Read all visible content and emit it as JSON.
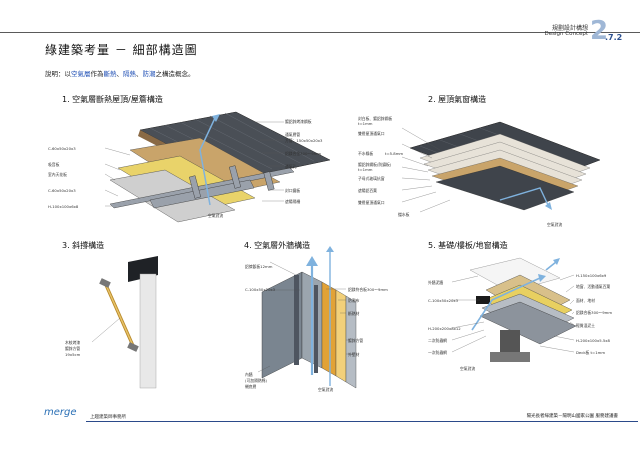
{
  "header": {
    "title": "綠建築考量 － 細部構造圖",
    "section_cn": "規劃設計構想",
    "section_en": "Design Concept",
    "page_big": "2",
    "page_sub": ".7.2"
  },
  "description": {
    "prefix": "說明：以",
    "hl1": "空氣層",
    "mid1": "作為",
    "hl2": "斷熱",
    "sep1": "、",
    "hl3": "隔熱",
    "sep2": "、",
    "hl4": "防潮",
    "suffix": "之構造概念。"
  },
  "sections": {
    "s1": {
      "title": "1. 空氣層斷熱屋頂/屋簷構造",
      "labels": [
        "鍍鋁鋅烤漆鋼板",
        "通氣層管",
        "方管：150x50x20x3",
        "鋁鎂合金300～9mm",
        "通氣孔",
        "封口鐵板",
        "遮陽隔柵",
        "C-60x50x20x3",
        "吸音板",
        "室內天花板",
        "C-60x50x20x3",
        "H-100x100x6x8",
        "空氣對流"
      ]
    },
    "s2": {
      "title": "2. 屋頂氣窗構造",
      "labels": [
        "封白板、鍍鋁鋅鋼板",
        "t=1mm",
        "雙層屋頂通氣口",
        "不水條板",
        "t=5.8mm",
        "鍍鋁鋅鋼板(防鏽板)",
        "t=1mm",
        "子母式玻璃抗窗",
        "遮陽鋁百葉",
        "雙層屋頂通氣口",
        "擋水板",
        "空氣對流"
      ]
    },
    "s3": {
      "title": "3. 斜撐構造",
      "labels": [
        "木紋烤漆",
        "鍍鋅方管",
        "19x5cm"
      ]
    },
    "s4": {
      "title": "4. 空氣層外牆構造",
      "labels": [
        "鋁擠鈑板12mm",
        "C-100x50x20x3",
        "鋁鎂符合板300～9mm",
        "防潮布",
        "斷熱材",
        "鍍鋅方管",
        "外壁材",
        "內牆",
        "(可加隔熱棉)",
        "襯底層",
        "空氣對流"
      ]
    },
    "s5": {
      "title": "5. 基礎/樓板/地窗構造",
      "labels": [
        "外牆泥牆",
        "C-100x50x20x3",
        "H-200x200x8x12",
        "二次防蟲網",
        "一次防蟲網",
        "空氣對流",
        "H-150x100x6x9",
        "地窗、活動通氣百葉",
        "面材、地材",
        "鋁鎂合板300～9mm",
        "輕質混泥土",
        "H-200x100x5.5x8",
        "Deck板 t=1mm"
      ]
    }
  },
  "footer": {
    "logo": "merge",
    "firm": "上趨建築師事務所",
    "project": "陽光長者綠建築－陽明山國家公園 服務建議書"
  },
  "colors": {
    "accent": "#1f4fb5",
    "page_number": "#9fb7d6",
    "air_arrow": "#7fb2de",
    "footer_line": "#2b4a8a"
  }
}
